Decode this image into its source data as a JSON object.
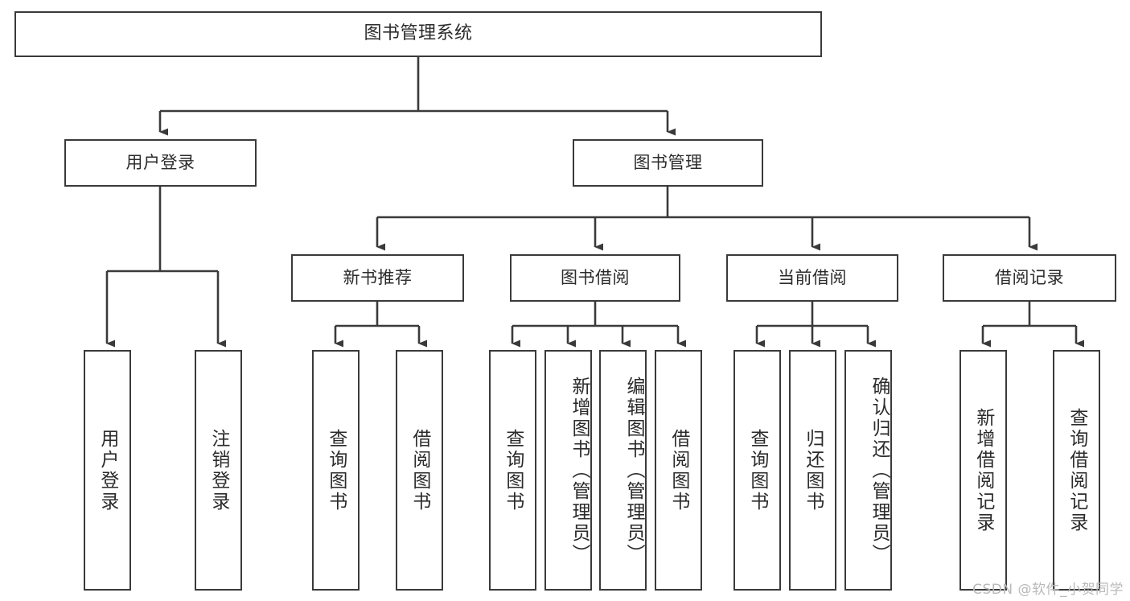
{
  "diagram": {
    "title": "图书管理系统",
    "type": "tree",
    "watermark": "CSDN @软件_小贺同学",
    "colors": {
      "stroke": "#3a3a3a",
      "fill": "#ffffff",
      "text": "#2b2b2b",
      "watermark": "#b9b9b9"
    },
    "root": {
      "label": "图书管理系统"
    },
    "level1": [
      {
        "label": "用户登录"
      },
      {
        "label": "图书管理"
      }
    ],
    "level2": [
      {
        "label": "新书推荐"
      },
      {
        "label": "图书借阅"
      },
      {
        "label": "当前借阅"
      },
      {
        "label": "借阅记录"
      }
    ],
    "leaves": {
      "user_login": [
        {
          "label": "用户登录"
        },
        {
          "label": "注销登录"
        }
      ],
      "new_book_recommend": [
        {
          "label": "查询图书"
        },
        {
          "label": "借阅图书"
        }
      ],
      "book_borrow": [
        {
          "label": "查询图书"
        },
        {
          "label": "新增图书（管理员）"
        },
        {
          "label": "编辑图书（管理员）"
        },
        {
          "label": "借阅图书"
        }
      ],
      "current_borrow": [
        {
          "label": "查询图书"
        },
        {
          "label": "归还图书"
        },
        {
          "label": "确认归还（管理员）"
        }
      ],
      "borrow_record": [
        {
          "label": "新增借阅记录"
        },
        {
          "label": "查询借阅记录"
        }
      ]
    }
  }
}
